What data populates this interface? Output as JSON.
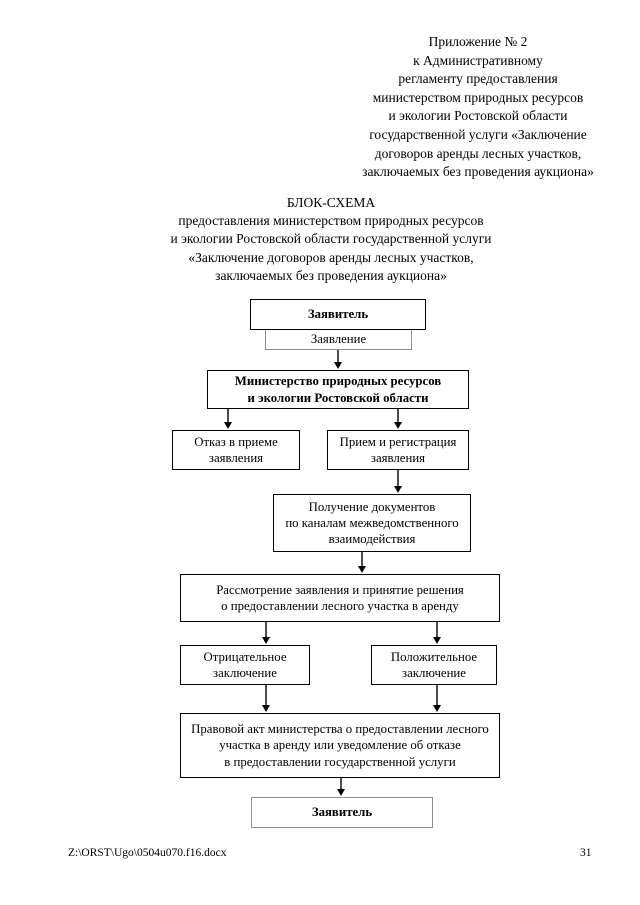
{
  "header_block": "Приложение № 2\nк Административному\nрегламенту предоставления\nминистерством природных ресурсов\nи экологии Ростовской области\nгосударственной услуги «Заключение\nдоговоров аренды лесных участков,\nзаключаемых без проведения аукциона»",
  "title_block": "БЛОК-СХЕМА\nпредоставления министерством природных ресурсов\nи экологии Ростовской области государственной услуги\n«Заключение договоров аренды лесных участков,\nзаключаемых без проведения аукциона»",
  "flowchart": {
    "nodes": {
      "applicant_top": "Заявитель",
      "application": "Заявление",
      "ministry": "Министерство природных ресурсов\nи экологии Ростовской области",
      "refusal": "Отказ в приеме\nзаявления",
      "acceptance": "Прием и регистрация\nзаявления",
      "interagency_docs": "Получение документов\nпо каналам межведомственного\nвзаимодействия",
      "review_decision": "Рассмотрение заявления и принятие решения\nо предоставлении лесного участка в аренду",
      "negative_conclusion": "Отрицательное\nзаключение",
      "positive_conclusion": "Положительное\nзаключение",
      "legal_act": "Правовой акт министерства о предоставлении лесного\nучастка в аренду или уведомление об отказе\nв предоставлении государственной услуги",
      "applicant_bottom": "Заявитель"
    }
  },
  "footer": {
    "file_path": "Z:\\ORST\\Ugo\\0504u070.f16.docx",
    "page_number": "31"
  }
}
